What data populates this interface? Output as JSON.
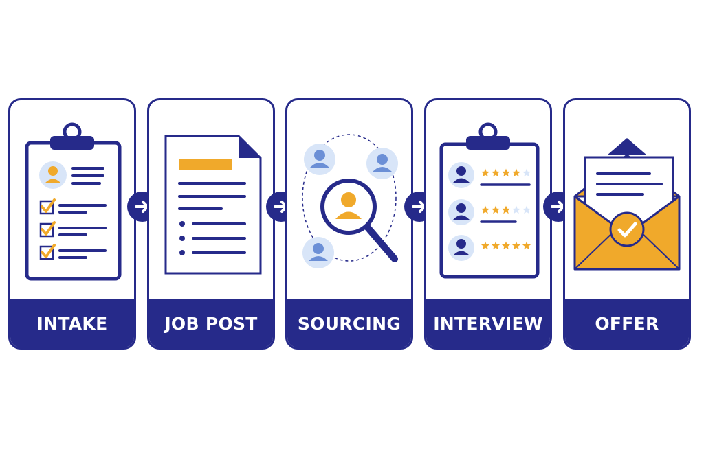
{
  "steps": [
    {
      "label": "INTAKE",
      "icon": "clipboard-checklist-icon"
    },
    {
      "label": "JOB POST",
      "icon": "job-document-icon"
    },
    {
      "label": "SOURCING",
      "icon": "candidate-search-icon"
    },
    {
      "label": "INTERVIEW",
      "icon": "rating-clipboard-icon"
    },
    {
      "label": "OFFER",
      "icon": "offer-envelope-icon"
    }
  ],
  "connector_icon": "arrow-right-icon",
  "colors": {
    "navy": "#262a8a",
    "gold": "#f0a92b",
    "light_blue": "#d8e5f8",
    "mid_blue": "#6b8fd6",
    "white": "#ffffff"
  },
  "interview_ratings": [
    4,
    3,
    5
  ],
  "rating_max": 5
}
